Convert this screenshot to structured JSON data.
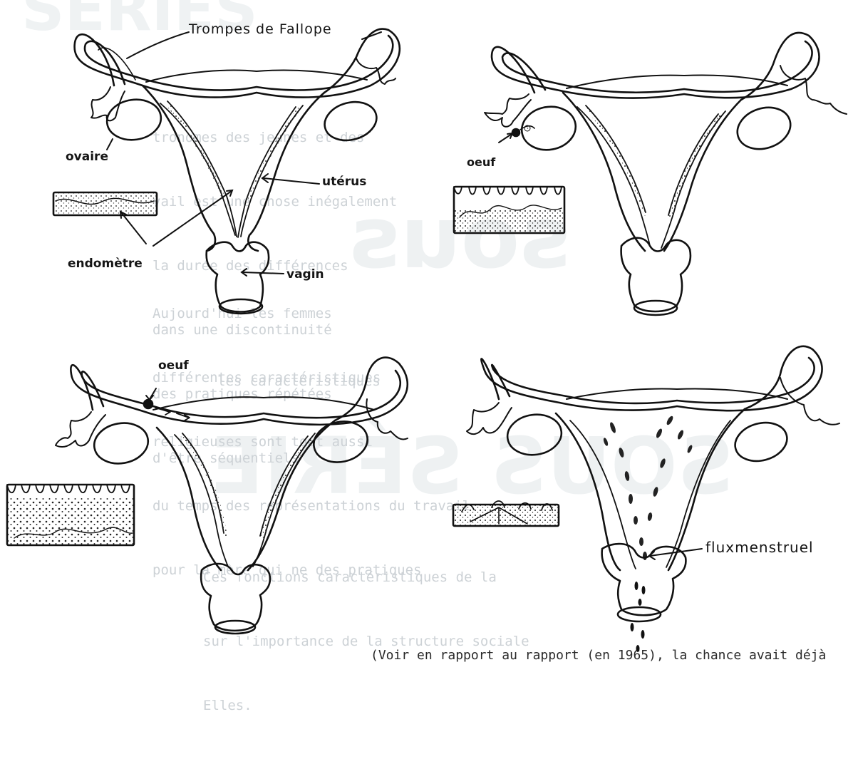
{
  "labels": {
    "fallopian_tubes": "Trompes de Fallope",
    "ovary": "ovaire",
    "uterus": "utérus",
    "endometrium": "endomètre",
    "vagina": "vagin",
    "egg_top_right": "oeuf",
    "egg_bottom_left": "oeuf",
    "menstrual_flow": "fluxmenstruel"
  },
  "background_text": {
    "lines": [
      "tronomes des jeunes et des",
      "vail est une chose inégalement",
      "la durée des différences",
      "dans une discontinuité",
      "des pratiques répétées",
      "d'être séquentiels"
    ],
    "lines2": [
      "Aujourd'hui les femmes",
      "différentes caractéristiques",
      "religieuses sont tout aussi",
      "du temps des représentations du travail",
      "pour la mère qui ne des pratiques"
    ],
    "line_center": "les caractéristiques",
    "lines3": [
      "Ces fonctions caractéristiques de la",
      "sur l'importance de la structure sociale",
      "Elles."
    ],
    "bottom_line": "(Voir en rapport au rapport (en 1965), la chance avait déjà",
    "big_sous": "sous",
    "big_series": "SOUS SÉRIE",
    "big_top": "SÉRIES"
  }
}
